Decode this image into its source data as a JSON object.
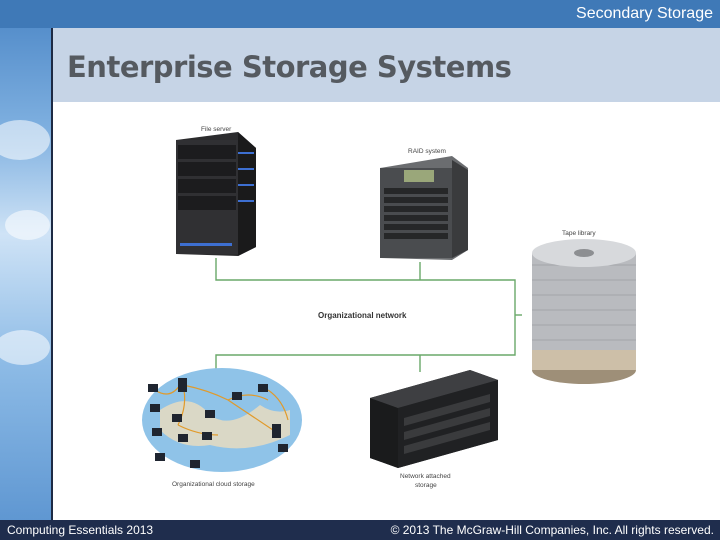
{
  "header": {
    "section_title": "Secondary Storage"
  },
  "slide": {
    "title": "Enterprise Storage Systems"
  },
  "diagram": {
    "file_server_label": "File server",
    "raid_label": "RAID system",
    "tape_library_label": "Tape library",
    "network_label": "Organizational network",
    "cloud_label": "Organizational cloud storage",
    "nas_label_line1": "Network attached",
    "nas_label_line2": "storage"
  },
  "footer": {
    "left": "Computing Essentials 2013",
    "right": "© 2013 The McGraw-Hill Companies, Inc. All rights reserved."
  },
  "colors": {
    "header_band": "#3f79b7",
    "title_band": "#c6d4e6",
    "footer_band": "#1f2d4d",
    "network_line": "#6aa86a"
  }
}
